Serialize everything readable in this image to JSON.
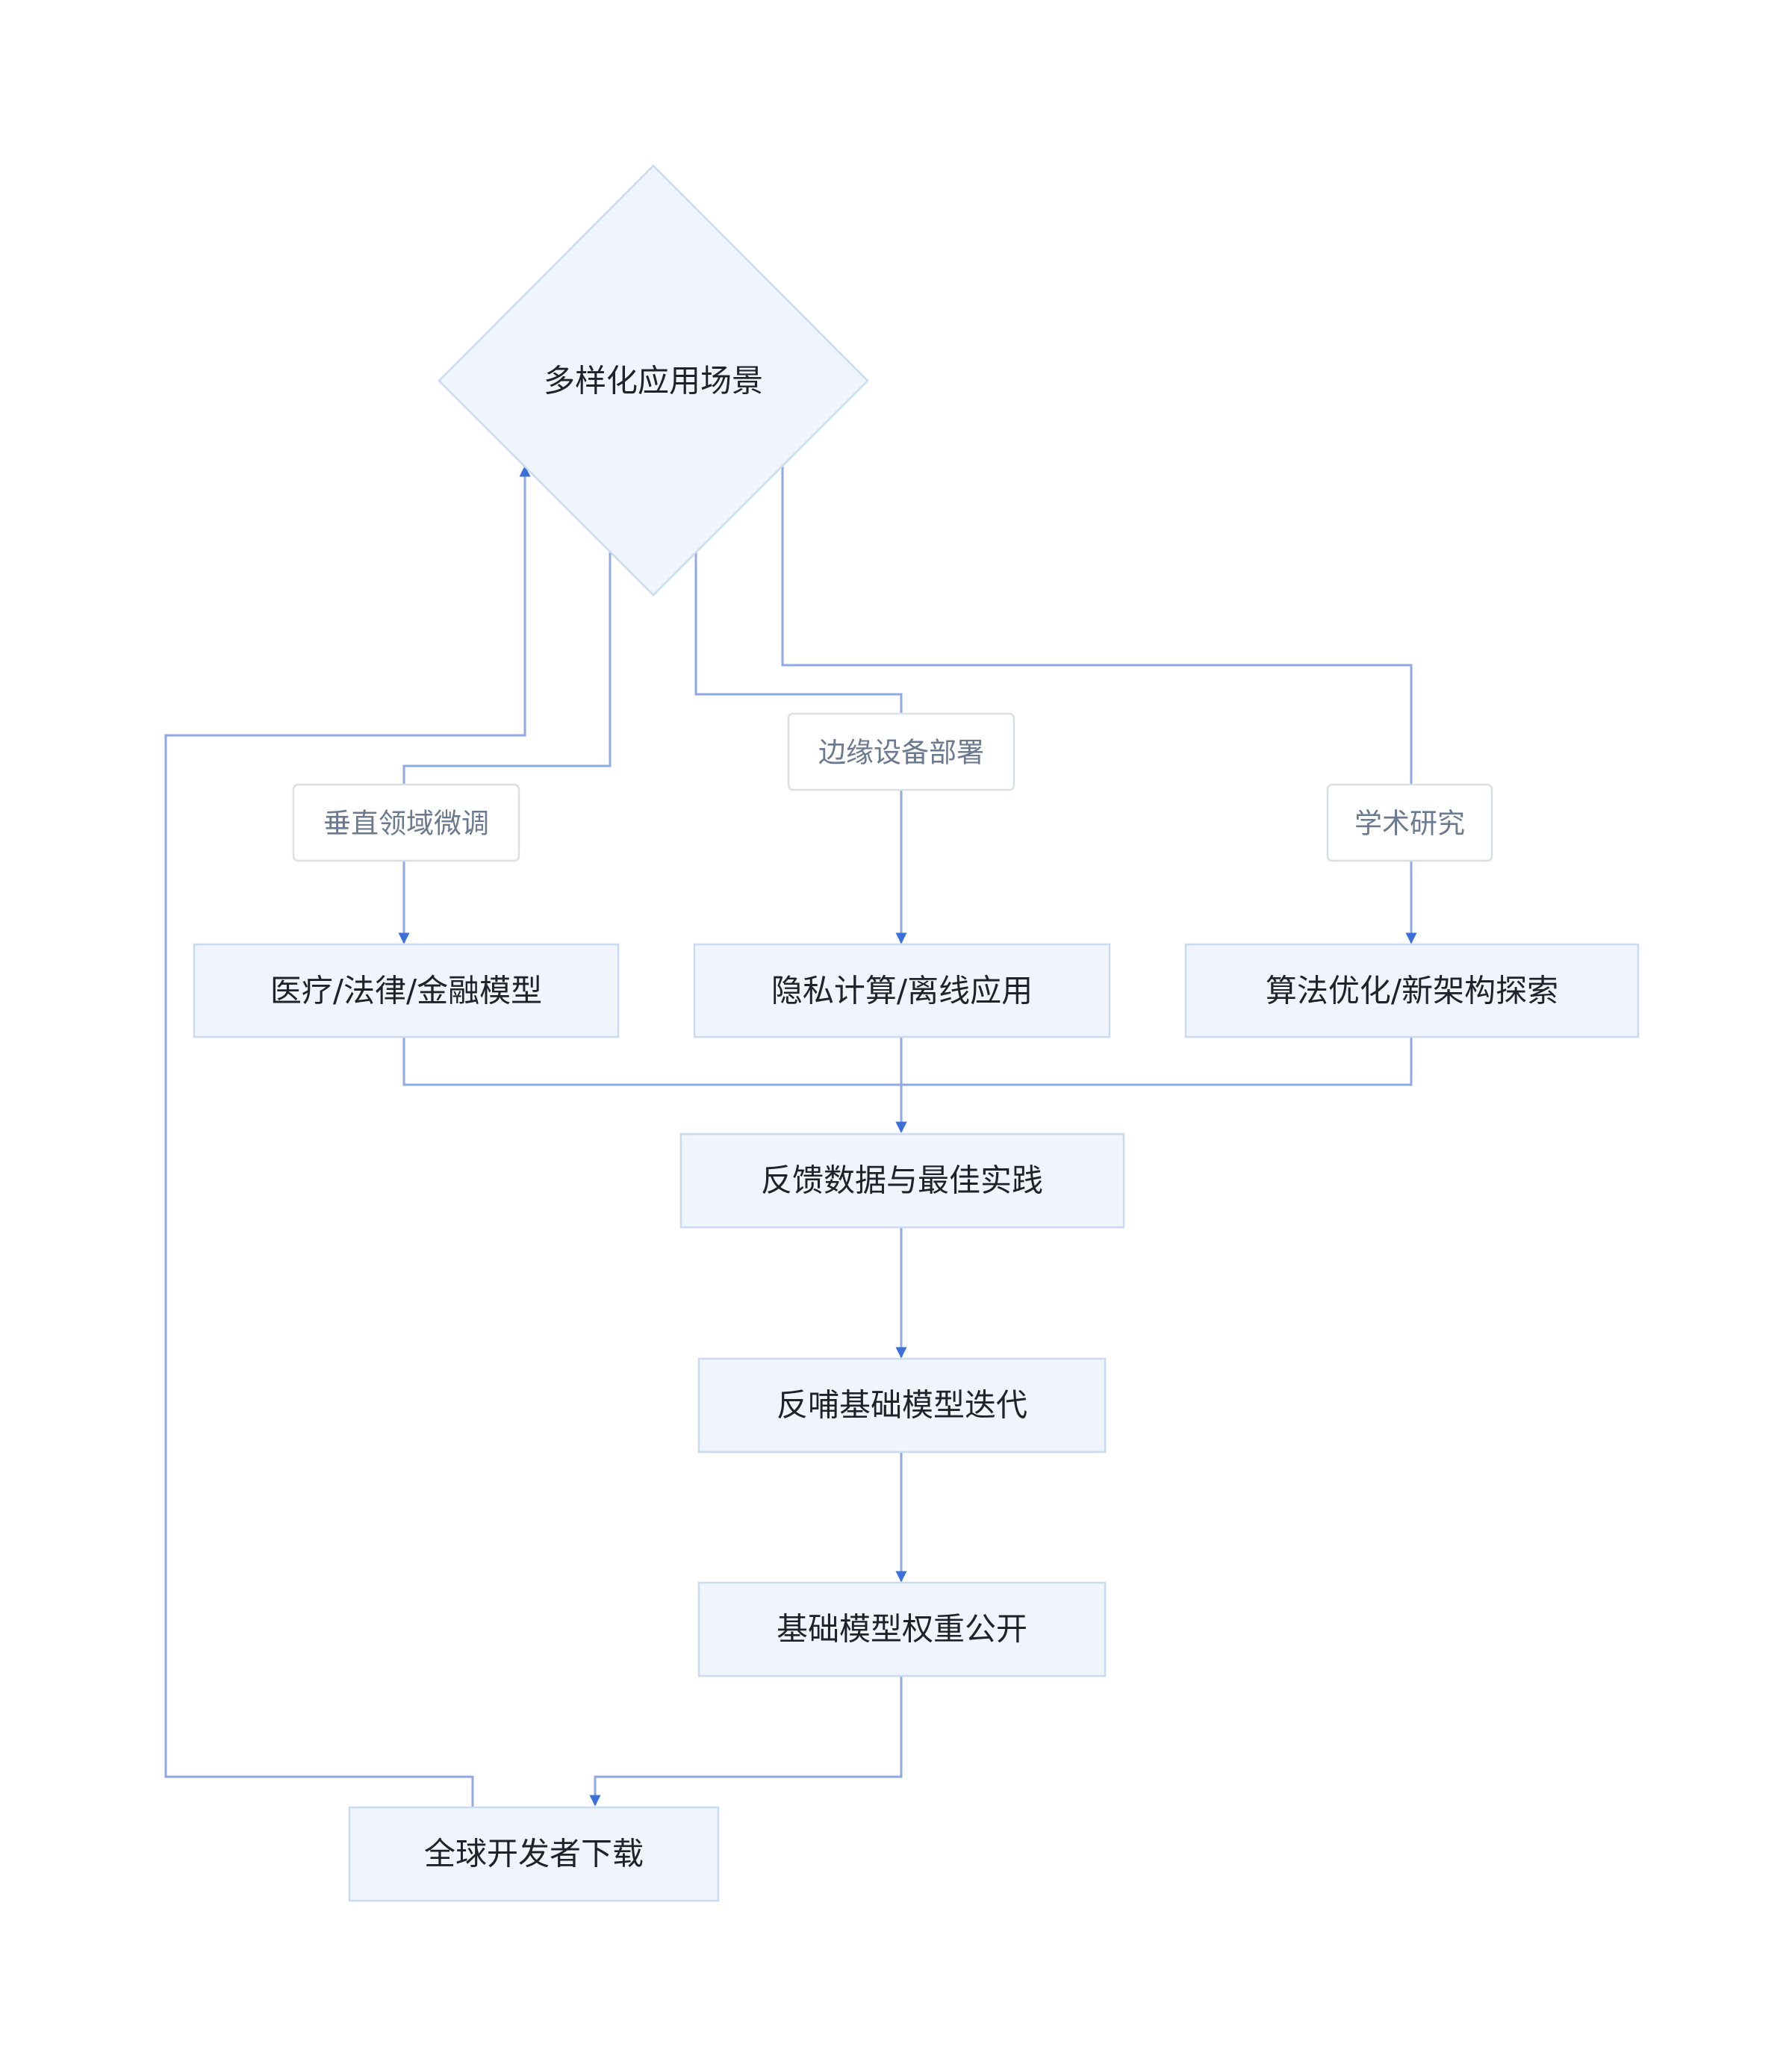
{
  "diagram": {
    "nodes": {
      "scenarios": "多样化应用场景",
      "vertical_models": "医疗/法律/金融模型",
      "privacy_offline": "隐私计算/离线应用",
      "algo_research": "算法优化/新架构探索",
      "feedback": "反馈数据与最佳实践",
      "iterate": "反哺基础模型迭代",
      "open_weights": "基础模型权重公开",
      "download": "全球开发者下载"
    },
    "edge_labels": {
      "fine_tune": "垂直领域微调",
      "edge_deploy": "边缘设备部署",
      "research": "学术研究"
    },
    "colors": {
      "node_fill": "#f0f5fd",
      "node_stroke": "#c9daf3",
      "edge": "#8ea9e4",
      "arrow": "#3b6fd9",
      "label_text": "#6b7a90"
    }
  }
}
